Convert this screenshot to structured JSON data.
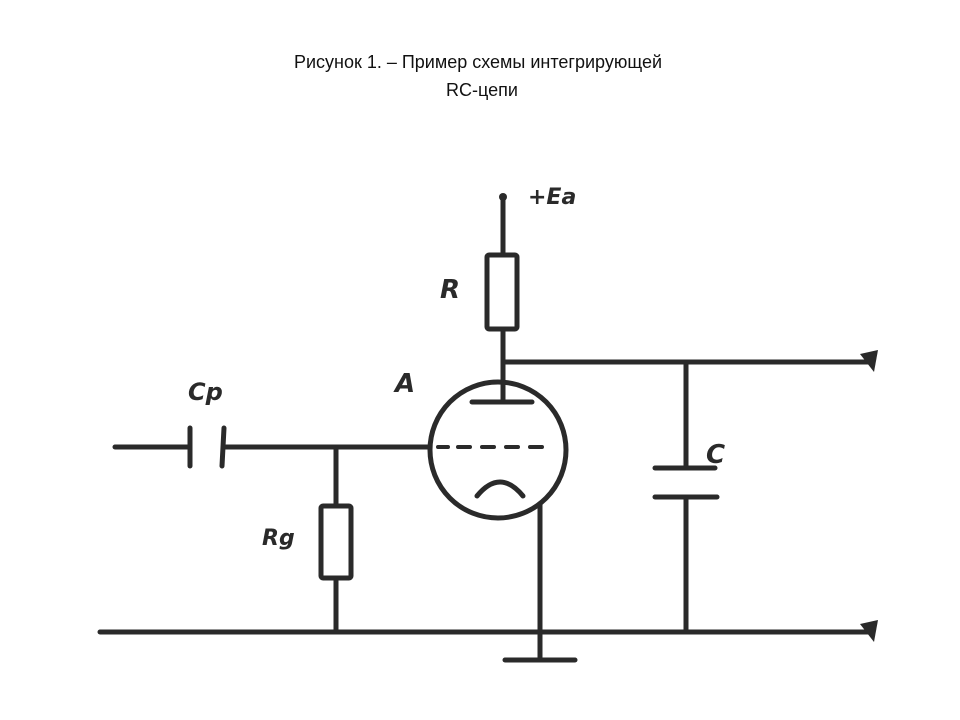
{
  "caption": {
    "line1": "Рисунок 1.   – Пример схемы интегрирующей",
    "line2": "RC-цепи"
  },
  "diagram": {
    "labels": {
      "supply": "+Ea",
      "resistor": "R",
      "anode": "A",
      "coupling_capacitor": "Cp",
      "grid_resistor": "Rg",
      "capacitor": "C"
    },
    "ink_color": "#2a2a2a"
  }
}
